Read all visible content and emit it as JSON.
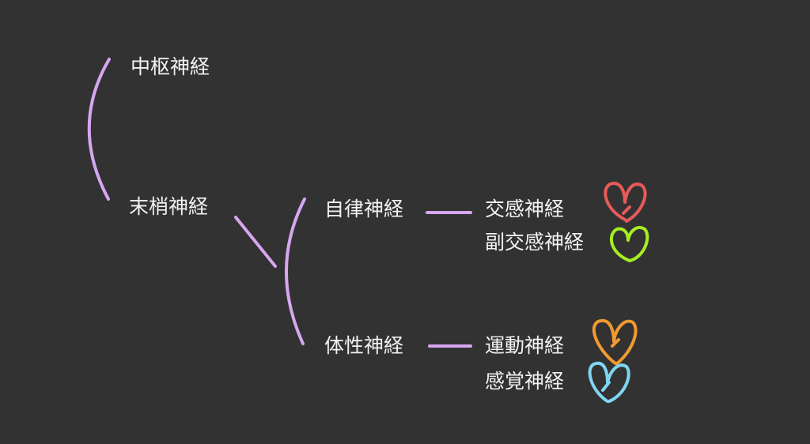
{
  "nodes": {
    "central": "中枢神経",
    "peripheral": "末梢神経",
    "autonomic": "自律神経",
    "somatic": "体性神経",
    "sympathetic": "交感神経",
    "parasympathetic": "副交感神経",
    "motor": "運動神経",
    "sensory": "感覚神経"
  },
  "colors": {
    "background": "#323232",
    "connector": "#d7a6f0",
    "heart_sympathetic": "#e85a5a",
    "heart_parasympathetic": "#a6ee22",
    "heart_motor": "#f09a30",
    "heart_sensory": "#7fd6f2"
  }
}
